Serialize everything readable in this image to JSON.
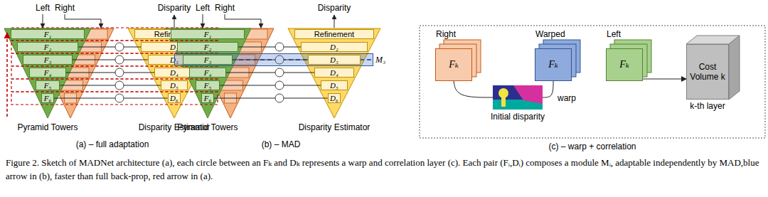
{
  "diagram": {
    "caption": "Figure 2. Sketch of MADNet architecture (a), each circle between an Fₖ and Dₖ represents a warp and correlation layer (c). Each pair (Fᵢ,Dᵢ) composes a module Mᵢ, adaptable independently by MAD,blue arrow in (b), faster than full back-prop, red arrow in (a).",
    "nodes": [
      {
        "text": [
          "F₁"
        ]
      },
      {
        "text": [
          "F₂"
        ]
      },
      {
        "text": [
          "F₃"
        ]
      },
      {
        "text": [
          "F₄"
        ]
      },
      {
        "text": [
          "F₅"
        ]
      },
      {
        "text": [
          "F₆"
        ]
      },
      {
        "text": [
          "Refinement"
        ]
      },
      {
        "text": [
          "D₂"
        ]
      },
      {
        "text": [
          "D₃"
        ]
      },
      {
        "text": [
          "D₄"
        ]
      },
      {
        "text": [
          "D₅"
        ]
      },
      {
        "text": [
          "D₆"
        ]
      },
      {
        "text": [
          "F₁"
        ]
      },
      {
        "text": [
          "F₂"
        ]
      },
      {
        "text": [
          "M₃"
        ]
      },
      {
        "text": [
          "F₃"
        ],
        "in": 14
      },
      {
        "text": [
          "F₄"
        ]
      },
      {
        "text": [
          "F₅"
        ]
      },
      {
        "text": [
          "F₆"
        ]
      },
      {
        "text": [
          "Refinement"
        ]
      },
      {
        "text": [
          "D₂"
        ]
      },
      {
        "text": [
          "D₃"
        ],
        "in": 14
      },
      {
        "text": [
          "D₄"
        ]
      },
      {
        "text": [
          "D₅"
        ]
      },
      {
        "text": [
          "D₆"
        ]
      },
      {
        "text": [
          "Right",
          "Fₖ"
        ]
      },
      {
        "text": [
          "Initial disparity"
        ]
      },
      {
        "text": [
          "Warped",
          "Fₖ"
        ]
      },
      {
        "text": [
          "Left",
          "Fₖ"
        ]
      },
      {
        "text": [
          "Cost Volume k",
          "k-th layer"
        ]
      }
    ],
    "edges": [
      {
        "from": 1,
        "to": 7,
        "arrow": "none"
      },
      {
        "from": 2,
        "to": 8,
        "arrow": "none"
      },
      {
        "from": 3,
        "to": 9,
        "arrow": "none"
      },
      {
        "from": 4,
        "to": 10,
        "arrow": "none"
      },
      {
        "from": 5,
        "to": 11,
        "arrow": "none"
      },
      {
        "from": 13,
        "to": 20,
        "arrow": "none"
      },
      {
        "from": 15,
        "to": 21,
        "arrow": "none"
      },
      {
        "from": 16,
        "to": 22,
        "arrow": "none"
      },
      {
        "from": 17,
        "to": 23,
        "arrow": "none"
      },
      {
        "from": 18,
        "to": 24,
        "arrow": "none"
      },
      {
        "from": 25,
        "to": 26,
        "arrow": "none"
      },
      {
        "from": 26,
        "to": 27,
        "label": "warp",
        "arrow": "none"
      },
      {
        "from": 28,
        "to": 29,
        "arrow": "to"
      }
    ],
    "labels": [
      "Left",
      "Right",
      "Disparity",
      "Pyramid Towers",
      "Disparity Estimator",
      "(a) – full adaptation",
      "Left",
      "Right",
      "Disparity",
      "Pyramid Towers",
      "Disparity Estimator",
      "(b) – MAD",
      "(c) – warp + correlation"
    ]
  }
}
